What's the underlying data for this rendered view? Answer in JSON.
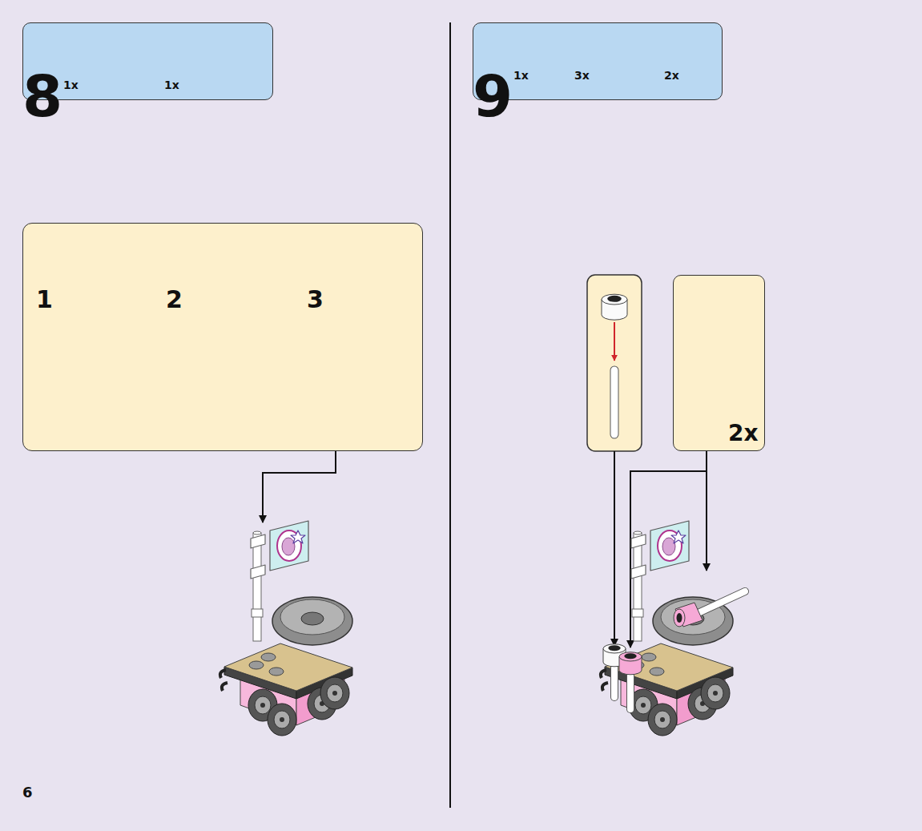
{
  "diagram": {
    "nodes": [
      {
        "text": [
          "1x",
          "1x"
        ]
      },
      {
        "text": [
          "1",
          "2",
          "3"
        ]
      },
      {
        "text": [
          "1x",
          "3x",
          "2x"
        ]
      },
      {
        "text": [
          "2x"
        ]
      }
    ],
    "labels": [
      "8",
      "9",
      "6"
    ]
  }
}
